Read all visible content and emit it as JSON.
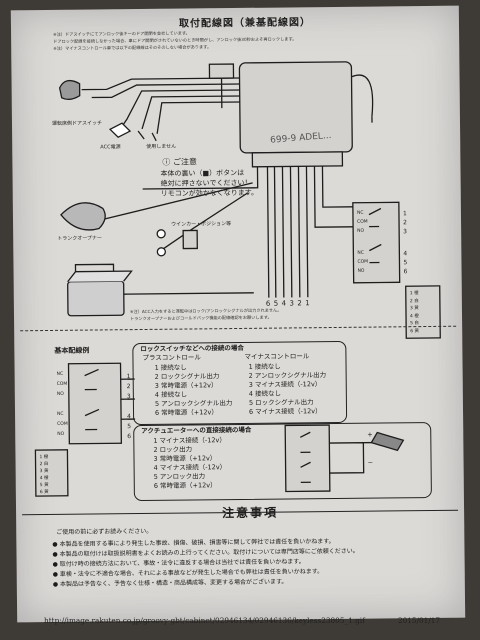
{
  "header": {
    "title": "取付配線図（兼基配線図）"
  },
  "top_notes": [
    "※注）ドアスイッチにてアンロック後キーのドア開閉を会社しています。",
    "ドアロック配線を接続しなかった場合、車にドア開閉がされていないのとき時間がし、アンロック後30秒およそ再ロックします。",
    "※注）マイナスコントロール車では以下の配線線はそのそのしない場合があります。"
  ],
  "wire_labels": {
    "door_switch": "運転席側ドアスイッチ",
    "acc": "ACC電源",
    "unused": "使用しません",
    "trunk": "トランクオープナー",
    "blinker": "ウインカー・ポジション等"
  },
  "caution_small": {
    "title": "ご注意",
    "lines": [
      "本体の裏い（■）ボタンは",
      "絶対に押さないでください！",
      "リモコンが効かなくなります。"
    ]
  },
  "module_label": "699-9 ADEL...",
  "pin_numbers": [
    "6",
    "5",
    "4",
    "3",
    "2",
    "1"
  ],
  "relay_labels": {
    "upper": [
      "NC",
      "COM",
      "NO"
    ],
    "lower": [
      "NC",
      "COM",
      "NO"
    ],
    "upper_nums": [
      "1",
      "2",
      "3"
    ],
    "lower_nums": [
      "4",
      "5",
      "6"
    ]
  },
  "legend": [
    {
      "n": "1",
      "t": "橙"
    },
    {
      "n": "2",
      "t": "白"
    },
    {
      "n": "3",
      "t": "黄"
    },
    {
      "n": "4",
      "t": "橙"
    },
    {
      "n": "5",
      "t": "白"
    },
    {
      "n": "6",
      "t": "黄"
    }
  ],
  "bottom_note": [
    "※注）ACC入力をすると運転中はロック/アンロックシグナルが出力されません。",
    "トランクオープナーおよびコールドパック機能の配線確認をお願いします。"
  ],
  "basic_wiring": {
    "title": "基本配線例",
    "relay_upper": [
      "NC",
      "COM",
      "NO"
    ],
    "relay_lower": [
      "NC",
      "COM",
      "NO"
    ],
    "nums_upper": [
      "1",
      "2",
      "3"
    ],
    "nums_lower": [
      "4",
      "5",
      "6"
    ]
  },
  "lock_switch": {
    "title": "ロックスイッチなどへの接続の場合",
    "plus_header": "プラスコントロール",
    "minus_header": "マイナスコントロール",
    "plus": [
      "1 接続なし",
      "2 ロックシグナル出力",
      "3 常時電源（+12v）",
      "4 接続なし",
      "5 アンロックシグナル出力",
      "6 常時電源（+12v）"
    ],
    "minus": [
      "1 接続なし",
      "2 アンロックシグナル出力",
      "3 マイナス接続（-12v）",
      "4 接続なし",
      "5 ロックシグナル出力",
      "6 マイナス接続（-12v）"
    ]
  },
  "actuator": {
    "title": "アクチュエーターへの直接接続の場合",
    "rows": [
      "1 マイナス接続（-12v）",
      "2 ロック出力",
      "3 常時電源（+12v）",
      "4 マイナス接続（-12v）",
      "5 アンロック出力",
      "6 常時電源（+12v）"
    ],
    "pm": [
      "+",
      "−"
    ]
  },
  "legend_bottom": [
    {
      "n": "1",
      "t": "橙"
    },
    {
      "n": "2",
      "t": "白"
    },
    {
      "n": "3",
      "t": "黄"
    },
    {
      "n": "4",
      "t": "橙"
    },
    {
      "n": "5",
      "t": "黄"
    },
    {
      "n": "6",
      "t": "黄"
    }
  ],
  "caution_section": {
    "title": "注意事項",
    "lines": [
      "ご使用の前に必ずお読みください。",
      "本製品を使用する事により発生した事故、損傷、破損、損害等に関して弊社では責任を負いかねます。",
      "本製品の取付けは取扱説明書をよくお読みの上行ってください。取付けについては専門店等にご依頼ください。",
      "取付け時の接続方法において、事故・法令に違反する場合は当社では責任を負いかねます。",
      "車検・法令に不適合な場合、それによる事故などが発生した場合でも弊社は責任を負いかねます。",
      "本製品は予告なく、予告なく仕様・構造・商品構成等、変更する場合がございます。"
    ]
  },
  "footer": {
    "url": "http://image.rakuten.co.jp/groovy-gbt/cabinet/02946134/02946136/keyless23805_1.gif",
    "date": "2015/01/17"
  }
}
